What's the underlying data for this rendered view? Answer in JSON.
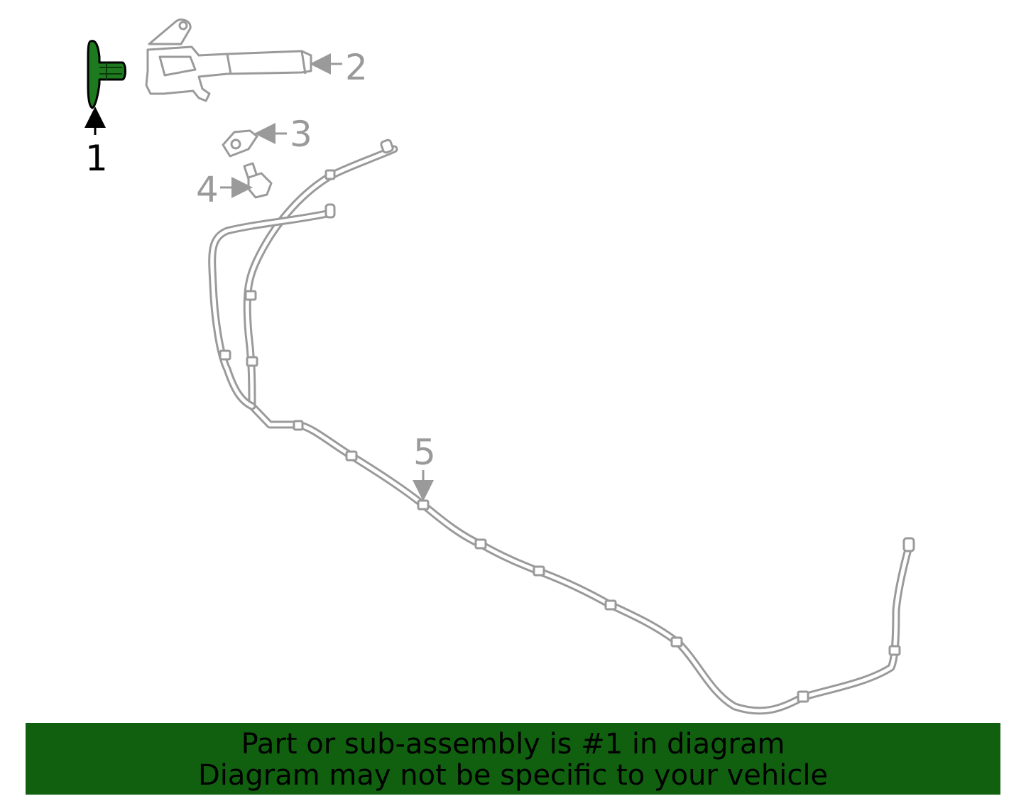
{
  "callouts": {
    "c1": "1",
    "c2": "2",
    "c3": "3",
    "c4": "4",
    "c5": "5"
  },
  "banner": {
    "line1": "Part or sub-assembly is #1 in diagram",
    "line2": "Diagram may not be specific to your vehicle"
  },
  "colors": {
    "highlight_part": "#1e7a1e",
    "banner_bg": "#106010",
    "line_gray": "#9a9a9a"
  }
}
